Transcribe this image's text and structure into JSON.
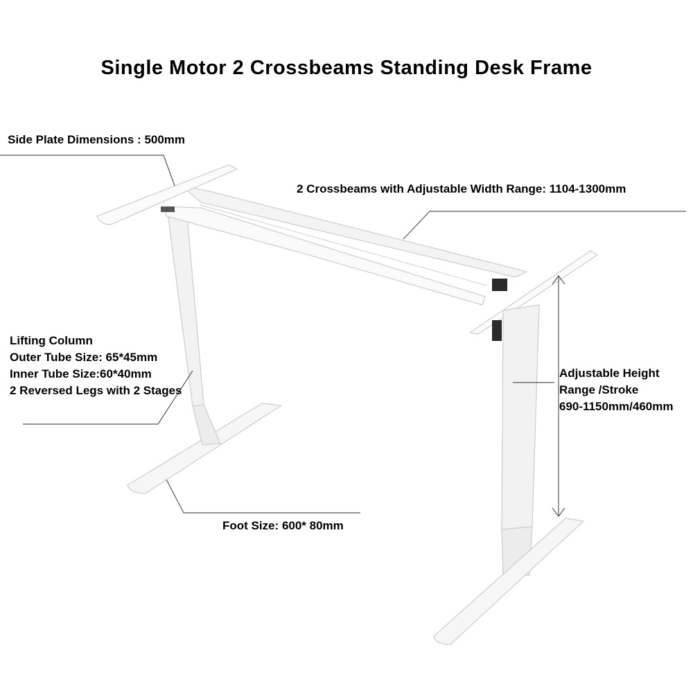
{
  "title": "Single Motor 2 Crossbeams Standing Desk Frame",
  "labels": {
    "side_plate": "Side Plate Dimensions : 500mm",
    "crossbeams": "2 Crossbeams with Adjustable Width Range: 1104-1300mm",
    "lifting_column": [
      "Lifting Column",
      "Outer Tube Size: 65*45mm",
      "Inner Tube Size:60*40mm",
      "2 Reversed Legs with 2 Stages"
    ],
    "height": [
      "Adjustable Height",
      "Range /Stroke",
      "690-1150mm/460mm"
    ],
    "foot": "Foot Size: 600* 80mm"
  },
  "colors": {
    "frame_fill": "#ffffff",
    "frame_stroke": "#cfcfcf",
    "frame_shade": "#ececec",
    "leader_line": "#555555",
    "motor": "#2a2a2a"
  }
}
